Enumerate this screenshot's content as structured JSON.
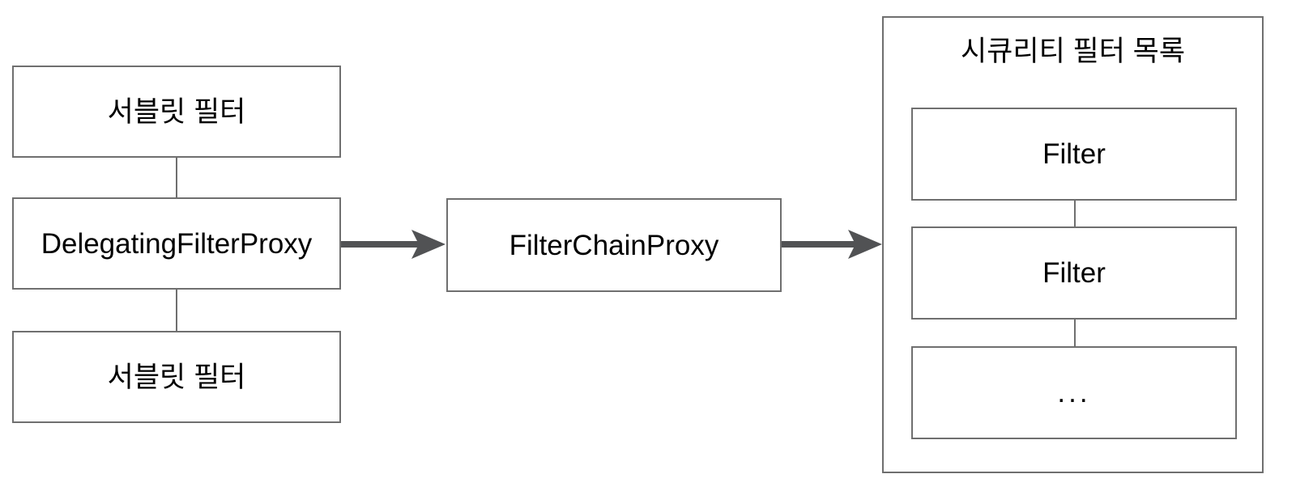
{
  "diagram": {
    "colors": {
      "background": "#ffffff",
      "box_border": "#6f6f6f",
      "connector": "#6f6f6f",
      "arrow": "#515254",
      "text": "#000000"
    },
    "servlet_chain": {
      "top_box_label": "서블릿 필터",
      "middle_box_label": "DelegatingFilterProxy",
      "bottom_box_label": "서블릿 필터"
    },
    "filter_chain_proxy": {
      "label": "FilterChainProxy"
    },
    "security_filter_list": {
      "title": "시큐리티 필터 목록",
      "filters": [
        "Filter",
        "Filter",
        "..."
      ]
    }
  }
}
